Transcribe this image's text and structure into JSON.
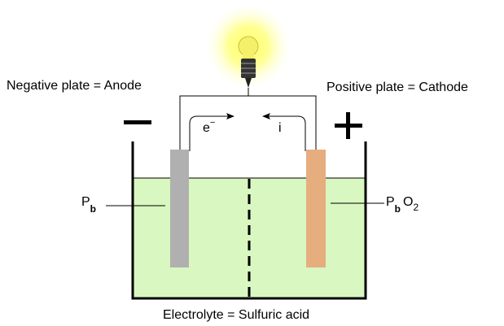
{
  "labels": {
    "negative_plate": "Negative plate = Anode",
    "positive_plate": "Positive plate = Cathode",
    "minus_sign": "−",
    "plus_sign": "+",
    "electron": "e",
    "electron_superscript": "−",
    "current": "i",
    "anode_material_main": "P",
    "anode_material_sub": "b",
    "cathode_material_main": "P",
    "cathode_material_sub": "b",
    "cathode_material_o": "O",
    "cathode_material_o_sub": "2",
    "electrolyte": "Electrolyte = Sulfuric acid"
  },
  "colors": {
    "electrolyte": "#d9f7c0",
    "anode_plate": "#b0b0b0",
    "cathode_plate": "#e6ad7f",
    "bulb_glow": "#ffff66",
    "bulb_glass": "#f5f06a",
    "bulb_base": "#333333",
    "container": "#000000"
  },
  "icons": {
    "bulb": "light-bulb-icon"
  }
}
